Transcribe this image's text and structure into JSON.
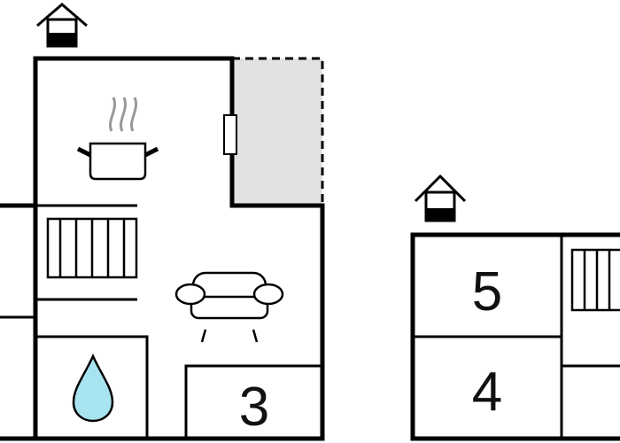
{
  "colors": {
    "wall": "#000000",
    "background": "#ffffff",
    "terrace": "#e2e2e2",
    "water": "#a8e4f0",
    "steam": "#999999"
  },
  "icons": {
    "entrance_main": "house-entrance-icon",
    "entrance_second": "house-entrance-icon",
    "kitchen": "cooking-pot-icon",
    "radiator_main": "radiator-icon",
    "sofa": "sofa-icon",
    "bathroom": "water-drop-icon",
    "radiator_second": "radiator-icon",
    "window": "window-icon"
  },
  "rooms": [
    {
      "id": "room-3",
      "label": "3"
    },
    {
      "id": "room-5",
      "label": "5"
    },
    {
      "id": "room-4",
      "label": "4"
    }
  ]
}
